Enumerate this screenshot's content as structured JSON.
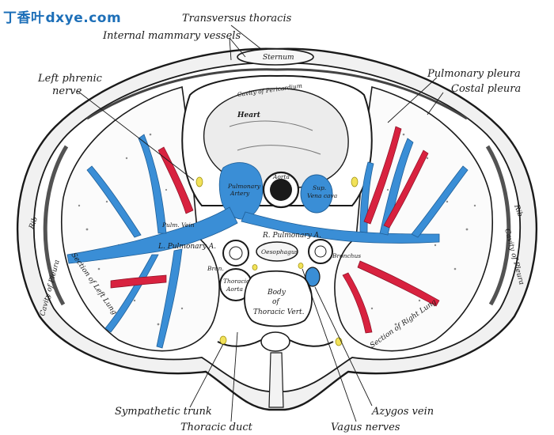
{
  "watermark": {
    "chinese": "丁香叶",
    "domain": "dxye.com"
  },
  "labels": {
    "transversus_thoracis": "Transversus thoracis",
    "internal_mammary_vessels": "Internal mammary vessels",
    "sternum": "Sternum",
    "left_phrenic_nerve_1": "Left phrenic",
    "left_phrenic_nerve_2": "nerve",
    "pulmonary_pleura": "Pulmonary pleura",
    "costal_pleura": "Costal pleura",
    "cavity_of_pericardium": "Cavity of Pericardium",
    "heart": "Heart",
    "aorta": "Aorta",
    "pulmonary_artery_1": "Pulmonary",
    "pulmonary_artery_2": "Artery",
    "sup_vena_cava_1": "Sup.",
    "sup_vena_cava_2": "Vena cava",
    "l_pulmonary_a": "L. Pulmonary A.",
    "r_pulmonary_a": "R. Pulmonary A.",
    "l_bronchus": "Bron.",
    "r_bronchus": "Bronchus",
    "oesophagus": "Oesophagus",
    "thoracic_aorta_1": "Thoracic",
    "thoracic_aorta_2": "Aorta",
    "body_thoracic_vert_1": "Body",
    "body_thoracic_vert_2": "of",
    "body_thoracic_vert_3": "Thoracic Vert.",
    "rib_left": "Rib",
    "rib_right": "Rib",
    "cavity_of_pleura_left": "Cavity of Pleura",
    "cavity_of_pleura_right": "Cavity of Pleura",
    "section_left_lung": "Section of Left Lung",
    "section_right_lung": "Section of Right Lung",
    "sympathetic_trunk": "Sympathetic trunk",
    "thoracic_duct": "Thoracic duct",
    "azygos_vein": "Azygos vein",
    "vagus_nerves": "Vagus nerves",
    "pulm_vein_left": "Pulm. Vein"
  },
  "colors": {
    "artery_blue": "#3a8ed6",
    "vein_red": "#d8223f",
    "ink": "#1a1a1a",
    "nerve_yellow": "#f2e25a"
  }
}
